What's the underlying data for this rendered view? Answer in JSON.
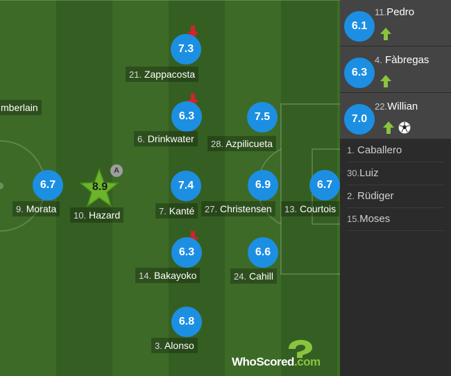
{
  "pitch_players": [
    {
      "id": "chamberlain",
      "number": "",
      "name": "mberlain",
      "rating": ""
    },
    {
      "id": "morata",
      "number": "9.",
      "name": "Morata",
      "rating": "6.7"
    },
    {
      "id": "hazard",
      "number": "10.",
      "name": "Hazard",
      "rating": "8.9",
      "badge": "A",
      "man_of_the_match": true
    },
    {
      "id": "zappacosta",
      "number": "21.",
      "name": "Zappacosta",
      "rating": "7.3",
      "subbed_off": true
    },
    {
      "id": "drinkwater",
      "number": "6.",
      "name": "Drinkwater",
      "rating": "6.3",
      "subbed_off": true
    },
    {
      "id": "kante",
      "number": "7.",
      "name": "Kanté",
      "rating": "7.4"
    },
    {
      "id": "bakayoko",
      "number": "14.",
      "name": "Bakayoko",
      "rating": "6.3",
      "subbed_off": true
    },
    {
      "id": "alonso",
      "number": "3.",
      "name": "Alonso",
      "rating": "6.8"
    },
    {
      "id": "azpilicueta",
      "number": "28.",
      "name": "Azpilicueta",
      "rating": "7.5"
    },
    {
      "id": "christensen",
      "number": "27.",
      "name": "Christensen",
      "rating": "6.9"
    },
    {
      "id": "cahill",
      "number": "24.",
      "name": "Cahill",
      "rating": "6.6"
    },
    {
      "id": "courtois",
      "number": "13.",
      "name": "Courtois",
      "rating": "6.7"
    }
  ],
  "substitutes": [
    {
      "number": "11.",
      "name": "Pedro",
      "rating": "6.1",
      "icons": [
        "arrow-up"
      ]
    },
    {
      "number": "4.",
      "name": "Fàbregas",
      "rating": "6.3",
      "icons": [
        "arrow-up"
      ]
    },
    {
      "number": "22.",
      "name": "Willian",
      "rating": "7.0",
      "icons": [
        "arrow-up",
        "football"
      ]
    }
  ],
  "bench": [
    {
      "number": "1.",
      "name": "Caballero"
    },
    {
      "number": "30.",
      "name": "Luiz"
    },
    {
      "number": "2.",
      "name": "Rüdiger"
    },
    {
      "number": "15.",
      "name": "Moses"
    }
  ],
  "logo": {
    "text_main": "WhoScored",
    "text_suffix": ".com"
  },
  "colors": {
    "rating_blue": "#1c8fe3",
    "star_green": "#6bb52c",
    "arrow_up": "#8ac43f",
    "arrow_down": "#d8202a"
  }
}
